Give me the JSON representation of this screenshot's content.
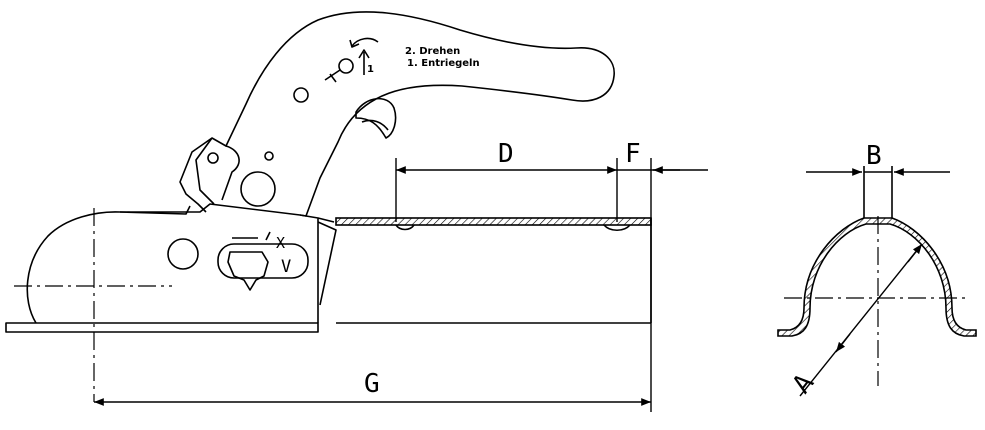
{
  "dimensions": {
    "d": "D",
    "f": "F",
    "g": "G",
    "b": "B",
    "a": "A"
  },
  "handle": {
    "instruction_1": "2. Drehen",
    "instruction_2": "1. Entriegeln",
    "step_number": "1"
  },
  "indicator": {
    "open_mark": "X",
    "closed_mark": "V"
  }
}
